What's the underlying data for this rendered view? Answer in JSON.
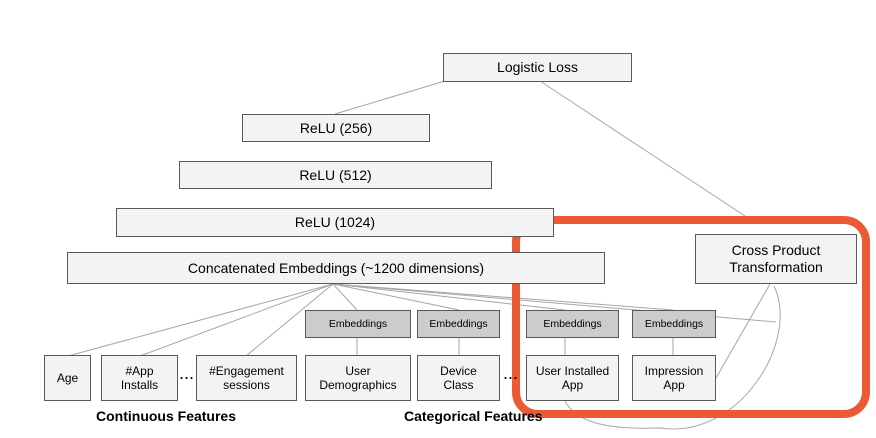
{
  "nodes": {
    "logistic_loss": "Logistic Loss",
    "relu_256": "ReLU (256)",
    "relu_512": "ReLU (512)",
    "relu_1024": "ReLU (1024)",
    "concat": "Concatenated Embeddings (~1200 dimensions)",
    "cross_product": "Cross Product Transformation"
  },
  "embeddings_label": "Embeddings",
  "continuous_features": [
    "Age",
    "#App Installs",
    "#Engagement sessions"
  ],
  "categorical_features": [
    "User Demographics",
    "Device Class",
    "User Installed App",
    "Impression App"
  ],
  "ellipsis": "...",
  "group_labels": {
    "continuous": "Continuous Features",
    "categorical": "Categorical Features"
  },
  "colors": {
    "box_fill": "#f3f3f3",
    "embedding_fill": "#cccccc",
    "border": "#595959",
    "line": "#a6a6a6",
    "highlight": "#ec5a35"
  }
}
